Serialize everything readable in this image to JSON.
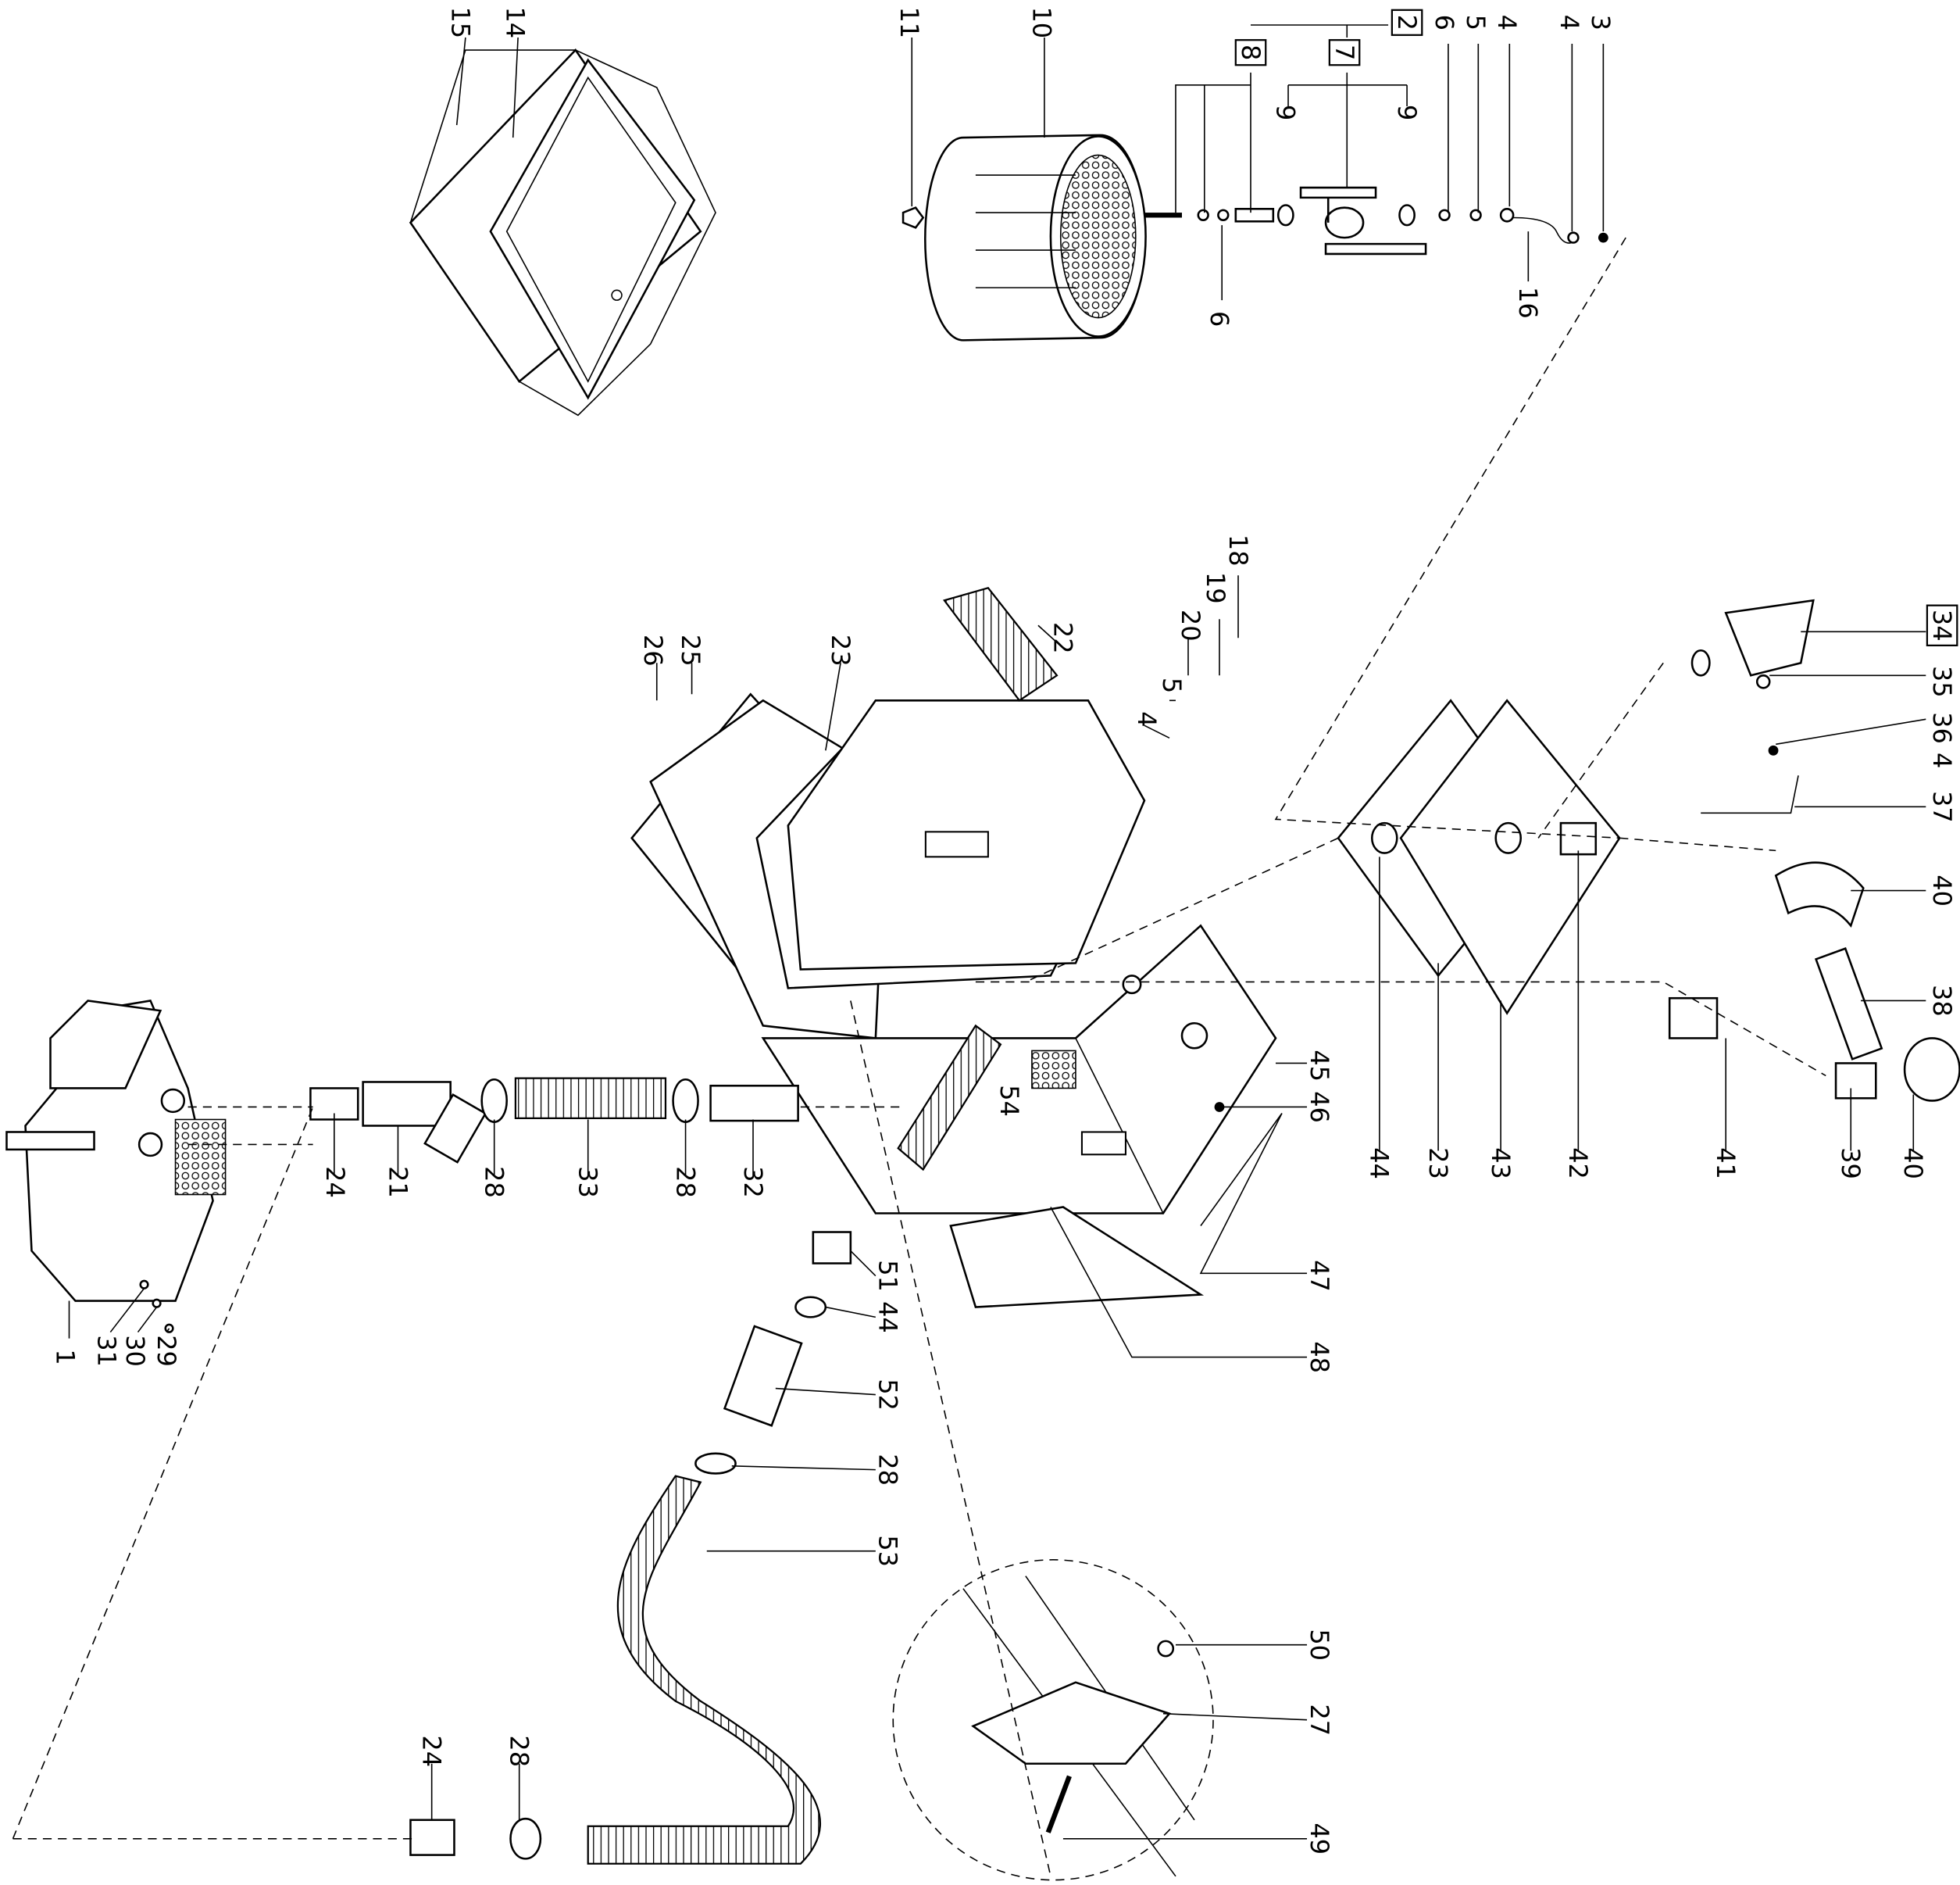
{
  "diagram": {
    "type": "exploded-parts-diagram",
    "callouts": [
      {
        "label": "15"
      },
      {
        "label": "14"
      },
      {
        "label": "11"
      },
      {
        "label": "10"
      },
      {
        "label": "8",
        "boxed": true
      },
      {
        "label": "7",
        "boxed": true
      },
      {
        "label": "2",
        "boxed": true
      },
      {
        "label": "9"
      },
      {
        "label": "9"
      },
      {
        "label": "6"
      },
      {
        "label": "5"
      },
      {
        "label": "4"
      },
      {
        "label": "4"
      },
      {
        "label": "3"
      },
      {
        "label": "6"
      },
      {
        "label": "16"
      },
      {
        "label": "18"
      },
      {
        "label": "19"
      },
      {
        "label": "20"
      },
      {
        "label": "22"
      },
      {
        "label": "23"
      },
      {
        "label": "25"
      },
      {
        "label": "26"
      },
      {
        "label": "5"
      },
      {
        "label": "4"
      },
      {
        "label": "34",
        "boxed": true
      },
      {
        "label": "35"
      },
      {
        "label": "36"
      },
      {
        "label": "4"
      },
      {
        "label": "37"
      },
      {
        "label": "40"
      },
      {
        "label": "38"
      },
      {
        "label": "45"
      },
      {
        "label": "46"
      },
      {
        "label": "54"
      },
      {
        "label": "24"
      },
      {
        "label": "21"
      },
      {
        "label": "28"
      },
      {
        "label": "33"
      },
      {
        "label": "28"
      },
      {
        "label": "32"
      },
      {
        "label": "44"
      },
      {
        "label": "23"
      },
      {
        "label": "43"
      },
      {
        "label": "42"
      },
      {
        "label": "41"
      },
      {
        "label": "39"
      },
      {
        "label": "40"
      },
      {
        "label": "47"
      },
      {
        "label": "51"
      },
      {
        "label": "44"
      },
      {
        "label": "1"
      },
      {
        "label": "31"
      },
      {
        "label": "30"
      },
      {
        "label": "29"
      },
      {
        "label": "48"
      },
      {
        "label": "52"
      },
      {
        "label": "28"
      },
      {
        "label": "53"
      },
      {
        "label": "50"
      },
      {
        "label": "27"
      },
      {
        "label": "24"
      },
      {
        "label": "28"
      },
      {
        "label": "49"
      }
    ]
  }
}
